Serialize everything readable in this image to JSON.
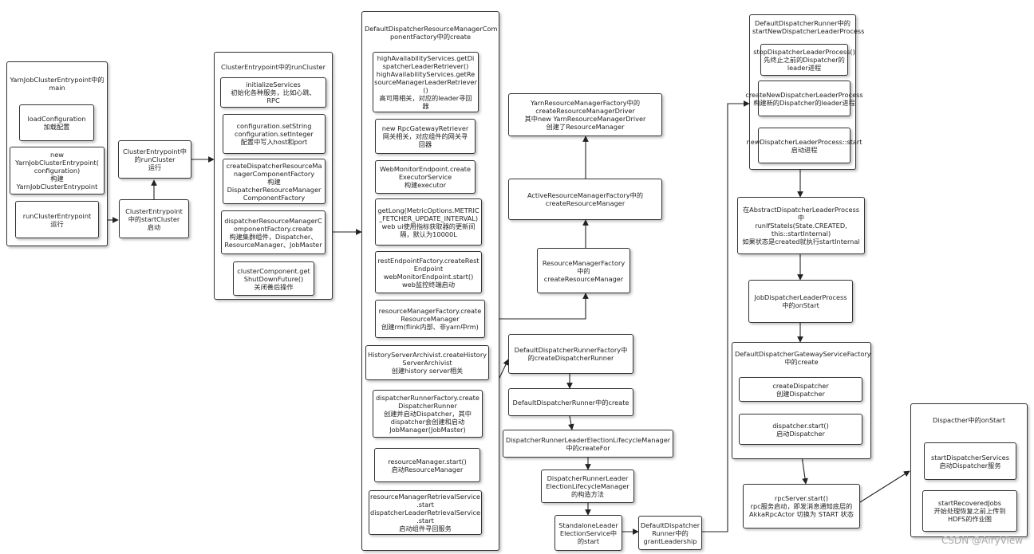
{
  "col1": {
    "title": "YarnJobClusterEntrypoint中的\nmain",
    "load_config": "loadConfiguration\n加载配置",
    "new_entrypoint": "new\nYarnJobClusterEntrypoint(\nconfiguration)\n构建\nYarnJobClusterEntrypoint",
    "run_entrypoint": "runClusterEntrypoint\n运行"
  },
  "col2": {
    "run_cluster": "ClusterEntrypoint中\n的runCluster\n运行",
    "start_cluster": "ClusterEntrypoint\n中的startCluster\n启动"
  },
  "col3": {
    "title": "ClusterEntrypoint中的runCluster",
    "init_services": "initializeServices\n初始化各种服务，比如心跳、\nRPC",
    "config_set": "configuration.setString\nconfiguration.setInteger\n配置中写入host和port",
    "create_factory": "createDispatcherResourceMa\nnagerComponentFactory\n构建\nDispatcherResourceManager\nComponentFactory",
    "component_create": "dispatcherResourceManagerC\nomponentFactory.create\n构建集群组件，Dispatcher、\nResourceManager、JobMaster",
    "shutdown": "clusterComponent.get\nShutDownFuture()\n关闭善后操作"
  },
  "col4": {
    "title": "DefaultDispatcherResourceManagerCom\nponentFactory中的create",
    "ha_services": "highAvailabilityServices.getDi\nspatcherLeaderRetriever()\nhighAvailabilityServices.getRe\nsourceManagerLeaderRetriever\n()\n高可用相关，对应的leader寻回\n器",
    "rpc_gateway": "new RpcGatewayRetriever\n网关相关，对应组件的网关寻\n回器",
    "webmonitor": "WebMonitorEndpoint.create\nExecutorService\n构建executor",
    "getlong": "getLong(MetricOptions.METRIC\n_FETCHER_UPDATE_INTERVAL)\nweb ui使用指标获取器的更新间\n隔，默认为10000L",
    "rest_endpoint": "restEndpointFactory.createRest\nEndpoint\nwebMonitorEndpoint.start()\nweb监控终端启动",
    "rm_create": "resourceManagerFactory.create\nResourceManager\n创建rm(flink内部、非yarn中rm)",
    "history": "HistoryServerArchivist.createHistory\nServerArchivist\n创建history server相关",
    "dispatcher_runner": "dispatcherRunnerFactory.create\nDispatcherRunner\n创建并启动Dispatcher，其中\ndispatcher会创建和启动\nJobManager(JobMaster)",
    "rm_start": "resourceManager.start()\n启动ResourceManager",
    "retrieval": "resourceManagerRetrievalService\n.start\ndispatcherLeaderRetrievalService\n.start\n启动组件寻回服务"
  },
  "col5": {
    "yarn_rm_factory": "YarnResourceManagerFactory中的\ncreateResourceManagerDriver\n其中new YarnResourceManagerDriver\n创建了ResourceManager",
    "active_rm_factory": "ActiveResourceManagerFactory中的\ncreateResourceManager",
    "rm_factory": "ResourceManagerFactory\n中的\ncreateResourceManager",
    "default_runner_factory": "DefaultDispatcherRunnerFactory中\n的createDispatcherRunner",
    "default_runner_create": "DefaultDispatcherRunner中的create",
    "lifecycle_create": "DispatcherRunnerLeaderElectionLifecycleManager\n中的createFor",
    "lifecycle_ctor": "DispatcherRunnerLeader\nElectionLifecycleManager\n的构造方法",
    "standalone_start": "StandaloneLeader\nElectionService中\n的start",
    "grant_leadership": "DefaultDispatcher\nRunner中的\ngrantLeadership"
  },
  "col6": {
    "title": "DefaultDispatcherRunner中的\nstartNewDispatcherLeaderProcess",
    "stop_process": "stopDispatcherLeaderProcess()\n先终止之前的Dispatcher的\nleader进程",
    "create_process": "createNewDispatcherLeaderProcess\n构建新的Dispatcher的leader进程",
    "process_start": "newDispatcherLeaderProcess::start\n启动进程",
    "run_if_state": "在AbstractDispatcherLeaderProcess中\nrunIfStateIs(State.CREATED,\nthis::startInternal)\n如果状态是created就执行startInternal",
    "job_leader_process": "JobDispatcherLeaderProcess\n中的onStart",
    "gateway_factory_title": "DefaultDispatcherGatewayServiceFactory\n中的create",
    "create_dispatcher": "createDispatcher\n创建Dispatcher",
    "dispatcher_start": "dispatcher.start()\n启动Dispatcher",
    "rpc_server_start": "rpcServer.start()\nrpc服务启动，即发消息通知底层的\nAkkaRpcActor 切换为 START 状态"
  },
  "col7": {
    "title": "Dispacther中的onStart",
    "start_services": "startDispatcherServices\n启动Dispatcher服务",
    "start_recovered": "startRecoveredJobs\n开始处理恢复之前上传到\nHDFS的作业图"
  },
  "watermark": "CSDN @AiryView"
}
